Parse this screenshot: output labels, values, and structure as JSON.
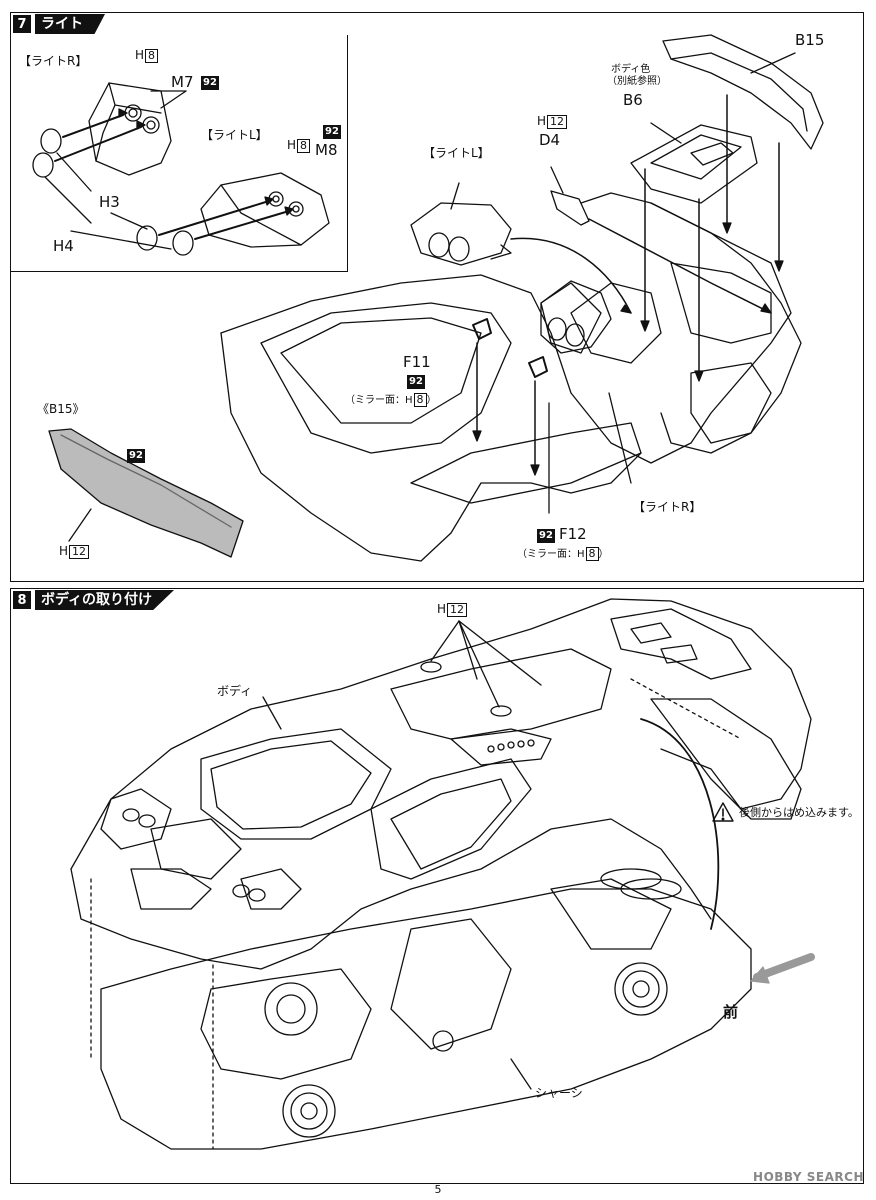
{
  "step7": {
    "number": "7",
    "title": "ライト",
    "inset": {
      "light_r_label": "【ライトR】",
      "light_l_label": "【ライトL】",
      "h8_prefix_r": "H",
      "h8_box_r": "8",
      "m7": "M7",
      "badge_92_m7": "92",
      "h8_prefix_l": "H",
      "h8_box_l": "8",
      "m8": "M8",
      "badge_92_m8": "92",
      "h3": "H3",
      "h4": "H4"
    },
    "main": {
      "b15": "B15",
      "body_color_note_1": "ボディ色",
      "body_color_note_2": "（別紙参照）",
      "b6": "B6",
      "h12_prefix": "H",
      "h12_box": "12",
      "d4": "D4",
      "light_l_label": "【ライトL】",
      "f11": "F11",
      "badge_92_f11": "92",
      "mirror_note_f11_prefix": "（ミラー面：H",
      "mirror_note_f11_box": "8",
      "mirror_note_f11_suffix": "）",
      "light_r_label": "【ライトR】",
      "badge_92_f12": "92",
      "f12": "F12",
      "mirror_note_f12_prefix": "（ミラー面：H",
      "mirror_note_f12_box": "8",
      "mirror_note_f12_suffix": "）",
      "b15_detail": "《B15》",
      "badge_92_b15": "92",
      "h12b_prefix": "H",
      "h12b_box": "12"
    }
  },
  "step8": {
    "number": "8",
    "title": "ボディの取り付け",
    "h12_prefix": "H",
    "h12_box": "12",
    "body_label": "ボディ",
    "rear_note": "後側からはめ込みます。",
    "front_label": "前",
    "chassis_label": "シャーシ"
  },
  "footer": {
    "page_number": "5",
    "watermark": "HOBBY SEARCH"
  }
}
